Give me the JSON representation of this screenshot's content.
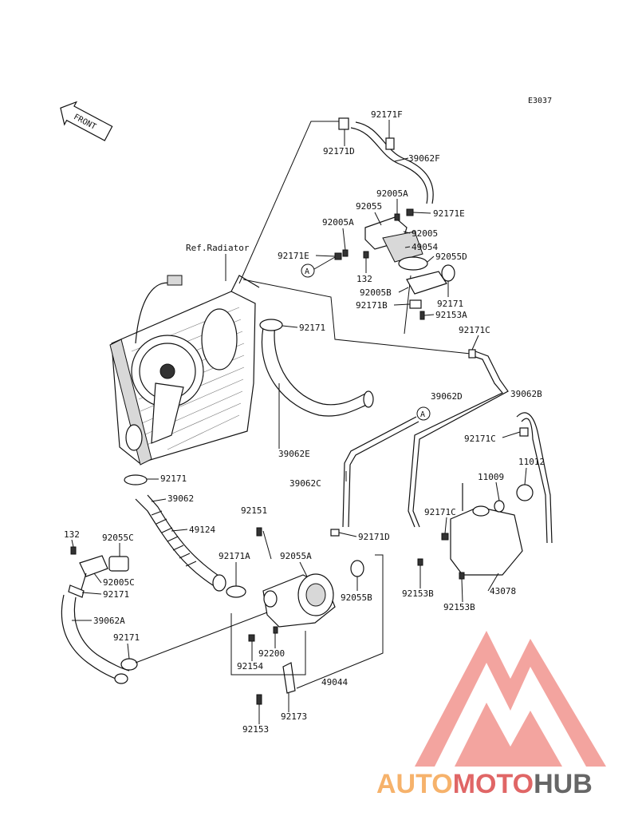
{
  "diagram_code": "E3037",
  "front_label": "FRONT",
  "ref_label": "Ref.Radiator",
  "watermark": {
    "auto": "AUTO",
    "moto": "MOTO",
    "hub": "HUB",
    "colors": {
      "triangle": "#f29a95",
      "auto": "#f6b26b",
      "moto": "#e06666",
      "hub": "#666666"
    }
  },
  "part_labels": {
    "p92171F": "92171F",
    "p92171D_top": "92171D",
    "p39062F": "39062F",
    "p92005A_top": "92005A",
    "p92055": "92055",
    "p92171E_right": "92171E",
    "p92005A_left": "92005A",
    "p92005": "92005",
    "p49054": "49054",
    "p92171E_left": "92171E",
    "p92055D": "92055D",
    "p132_top": "132",
    "p92005B": "92005B",
    "p92171_thermo": "92171",
    "p92171B": "92171B",
    "p92153A": "92153A",
    "p92171_rad": "92171",
    "p92171C_top": "92171C",
    "p39062D": "39062D",
    "p39062B": "39062B",
    "p92171C_mid": "92171C",
    "p39062E": "39062E",
    "p11012": "11012",
    "p11009": "11009",
    "p39062C": "39062C",
    "p92171_low": "92171",
    "p39062": "39062",
    "p92151": "92151",
    "p92171C_tank": "92171C",
    "p49124": "49124",
    "p92171D_low": "92171D",
    "p132_left": "132",
    "p92055C": "92055C",
    "p92171A": "92171A",
    "p92055A": "92055A",
    "p92005C": "92005C",
    "p92171_left": "92171",
    "p92055B": "92055B",
    "p92153B_left": "92153B",
    "p92153B_right": "92153B",
    "p43078": "43078",
    "p39062A": "39062A",
    "p92200": "92200",
    "p92171_bottom": "92171",
    "p92154": "92154",
    "p49044": "49044",
    "p92173": "92173",
    "p92153": "92153"
  },
  "callouts": {
    "a_top": "A",
    "a_mid": "A"
  }
}
